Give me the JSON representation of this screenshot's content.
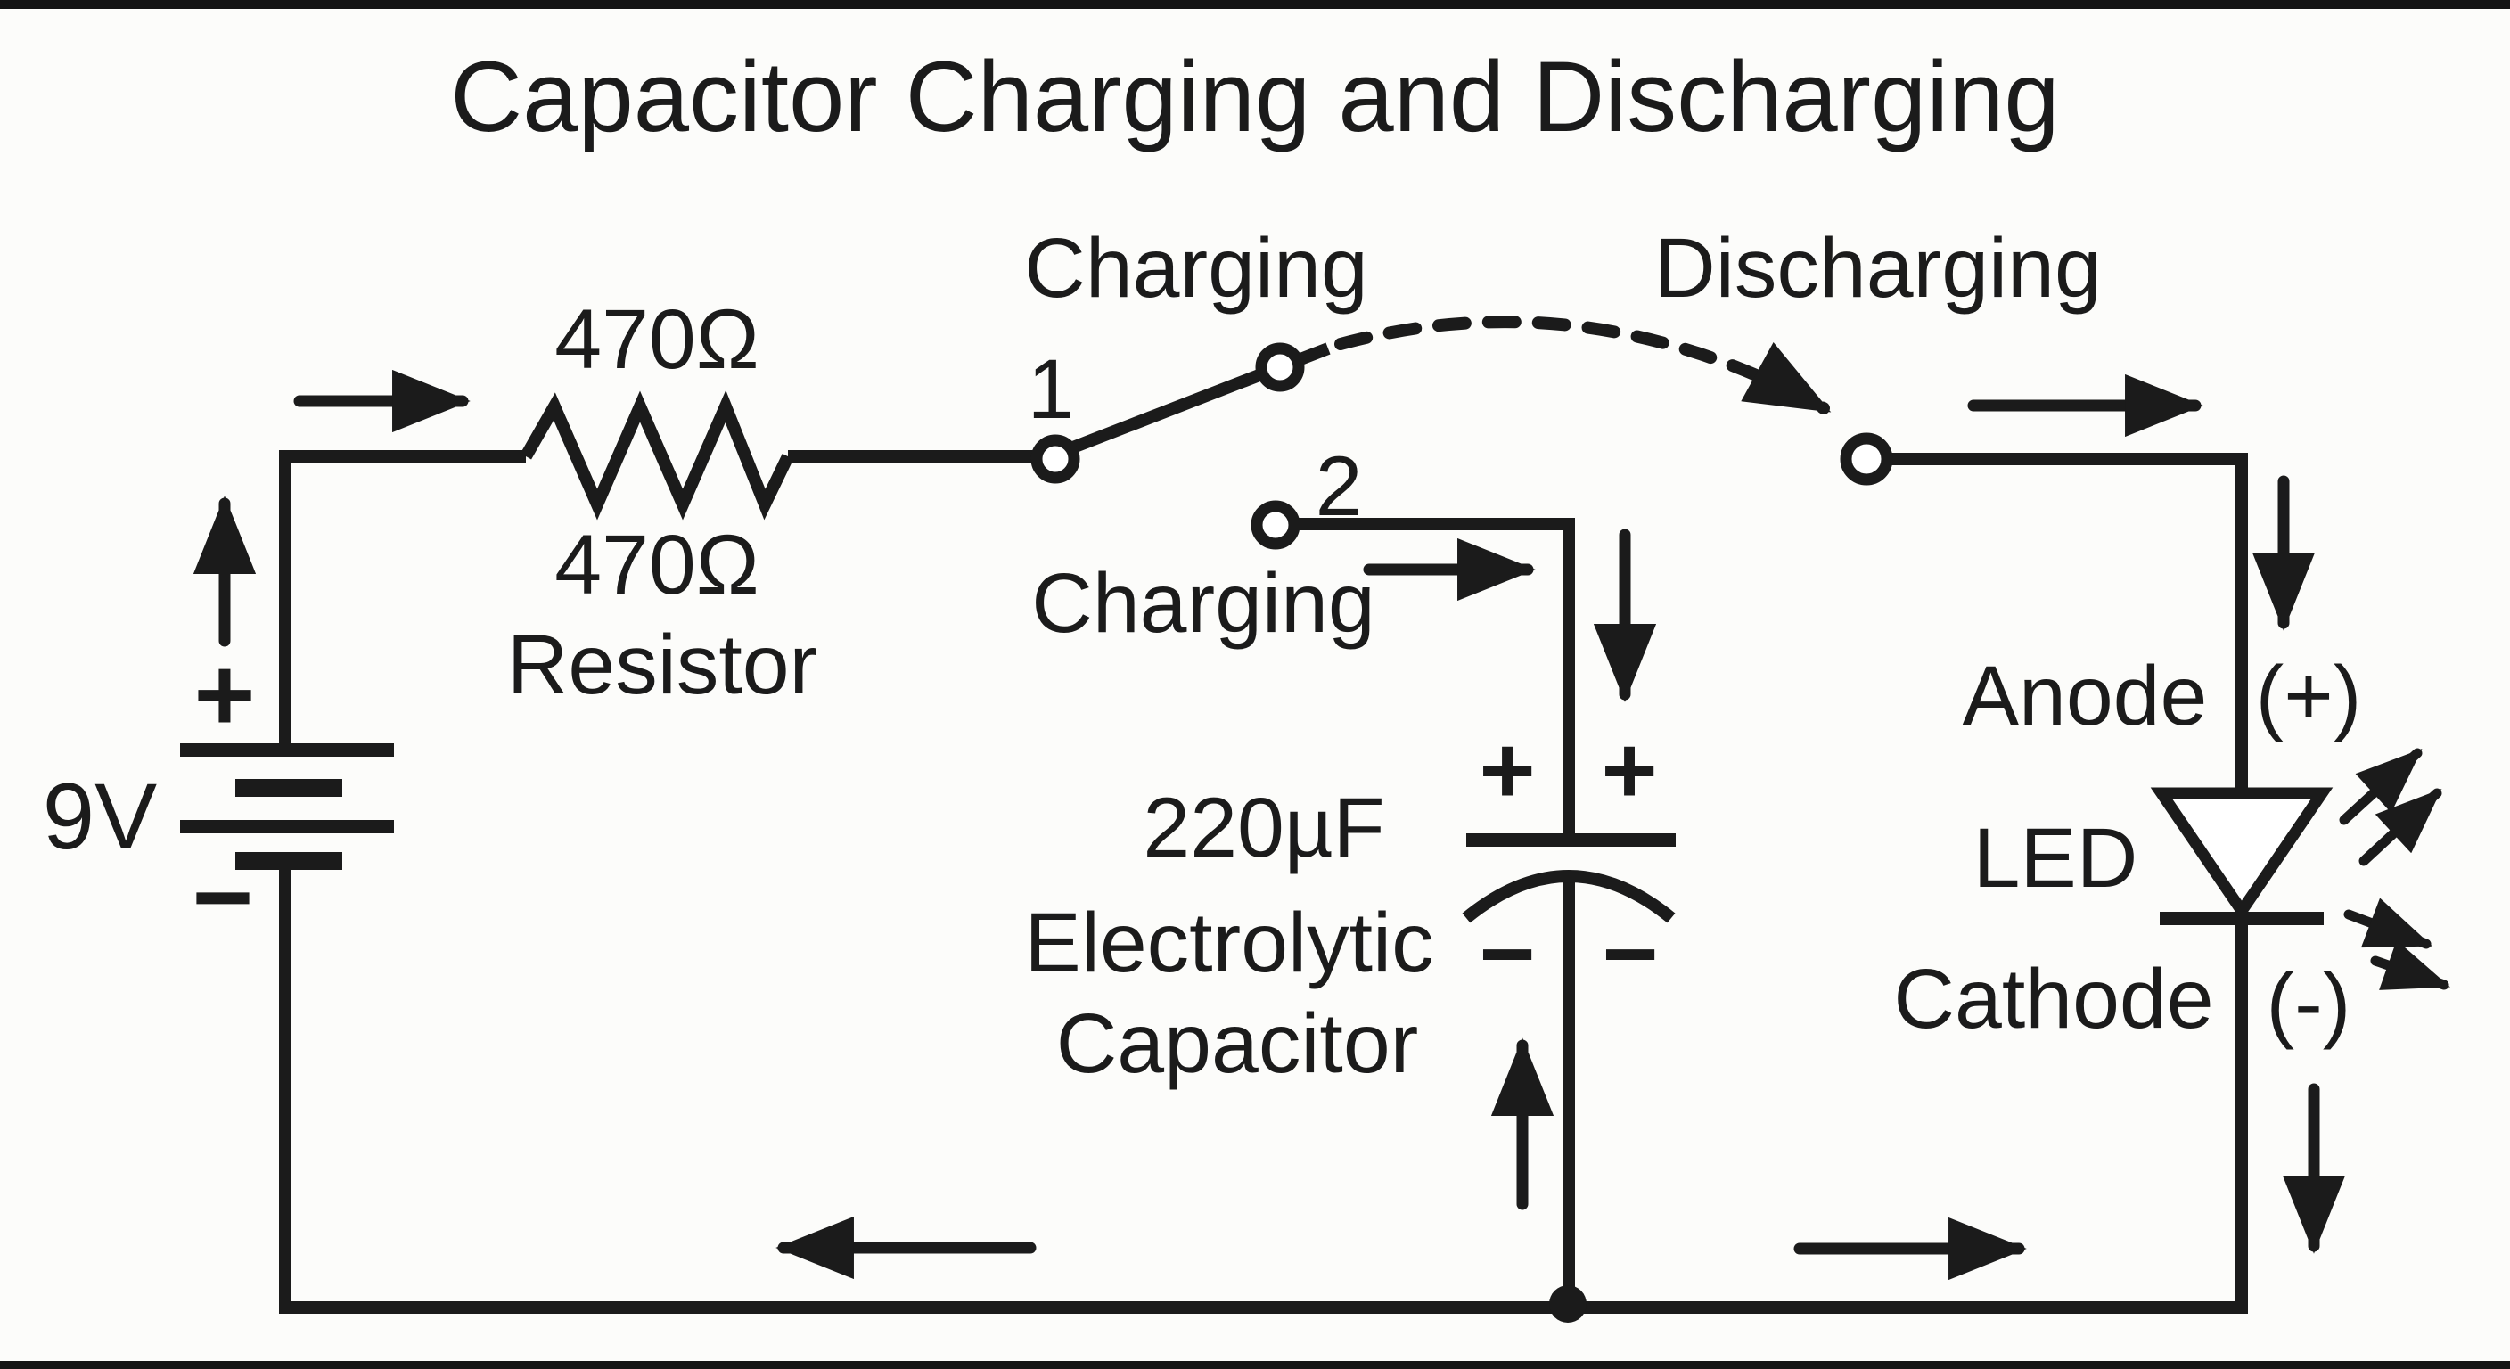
{
  "title": "Capacitor Charging and Discharging",
  "colors": {
    "ink": "#1b1b1b",
    "background": "#fcfcfa"
  },
  "battery": {
    "voltage_label": "9V",
    "plus_label": "+",
    "minus_label": "−"
  },
  "resistor": {
    "value_label": "470Ω",
    "value_label_below": "470Ω",
    "name_label": "Resistor"
  },
  "switch": {
    "charging_label": "Charging",
    "discharging_label": "Discharging",
    "position_1": "1",
    "position_2": "2"
  },
  "capacitor": {
    "charging_label": "Charging",
    "value_label": "220µF",
    "name_line_1": "Electrolytic",
    "name_line_2": "Capacitor",
    "plus_left": "+",
    "plus_right": "+",
    "minus_left": "−",
    "minus_right": "−"
  },
  "led": {
    "anode_label": "Anode",
    "anode_polarity": "(+)",
    "name_label": "LED",
    "cathode_label": "Cathode",
    "cathode_polarity": "(-)"
  }
}
